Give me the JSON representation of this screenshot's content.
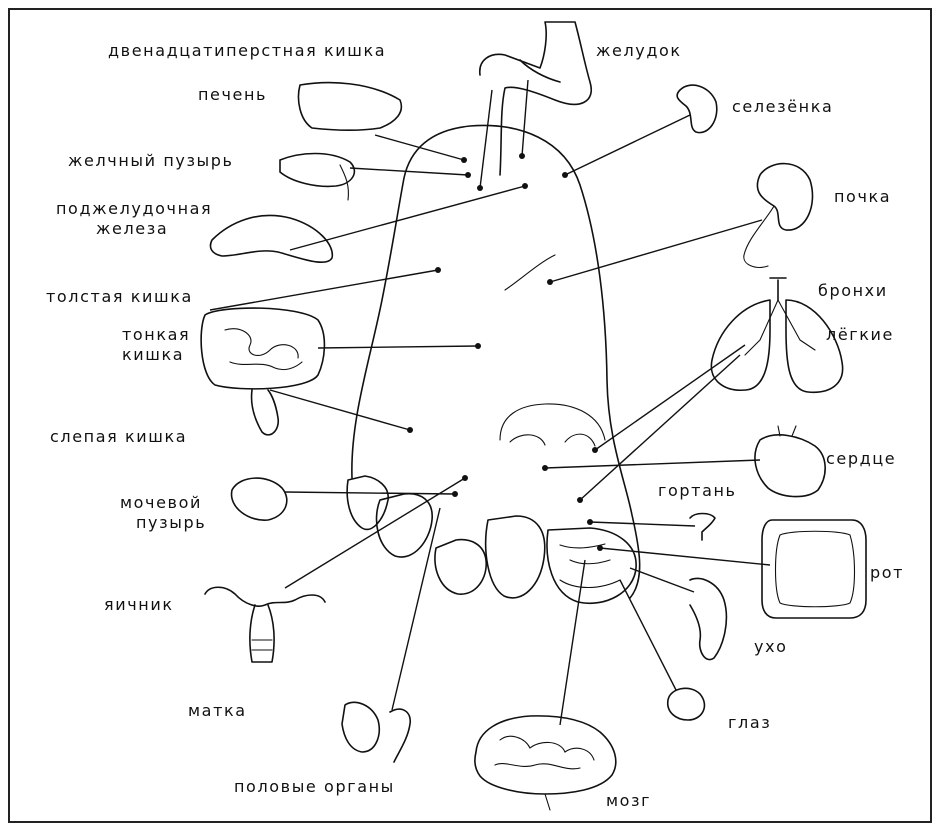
{
  "labels": {
    "duodenum": "двенадцатиперстная кишка",
    "stomach": "желудок",
    "liver": "печень",
    "spleen": "селезёнка",
    "gallbladder": "желчный пузырь",
    "kidney": "почка",
    "pancreas_line1": "поджелудочная",
    "pancreas_line2": "железа",
    "colon": "толстая кишка",
    "bronchi": "бронхи",
    "small_intestine_line1": "тонкая",
    "small_intestine_line2": "кишка",
    "lungs": "лёгкие",
    "cecum": "слепая кишка",
    "heart": "сердце",
    "bladder_line1": "мочевой",
    "bladder_line2": "пузырь",
    "larynx": "гортань",
    "mouth": "рот",
    "ovary": "яичник",
    "ear": "ухо",
    "uterus": "матка",
    "eye": "глаз",
    "genitals": "половые органы",
    "brain": "мозг"
  }
}
